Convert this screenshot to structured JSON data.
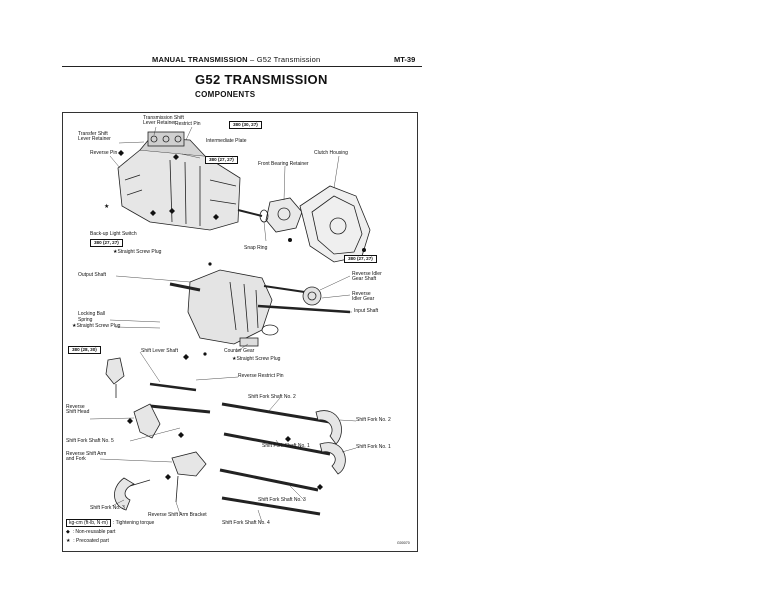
{
  "header": {
    "section": "MANUAL TRANSMISSION",
    "separator": " – ",
    "subsection": "G52 Transmission",
    "page_number": "MT-39"
  },
  "title": "G52 TRANSMISSION",
  "subtitle": "COMPONENTS",
  "labels": {
    "transfer_retainer_l1": "Transmission Shift",
    "transfer_retainer_l2": "Lever Retainer",
    "restrict_pin": "Restrict Pin",
    "transfer_shift_l1": "Transfer Shift",
    "transfer_shift_l2": "Lever Retainer",
    "reverse_pin": "Reverse Pin",
    "intermediate_plate": "Intermediate Plate",
    "clutch_housing": "Clutch Housing",
    "front_bearing_retainer": "Front Bearing Retainer",
    "star_left": "★",
    "backup_light_switch": "Back-up Light Switch",
    "straight_screw_plug_1": "★Straight Screw Plug",
    "snap_ring": "Snap Ring",
    "output_shaft": "Output Shaft",
    "reverse_idler_shaft_l1": "Reverse Idler",
    "reverse_idler_shaft_l2": "Gear Shaft",
    "reverse_idler_gear_l1": "Reverse",
    "reverse_idler_gear_l2": "Idler Gear",
    "input_shaft": "Input Shaft",
    "locking_ball": "Locking Ball",
    "spring": "Spring",
    "straight_screw_plug_2": "★Straight Screw Plug",
    "shift_lever_shaft": "Shift Lever Shaft",
    "counter_gear": "Counter Gear",
    "straight_screw_plug_3": "★Straight Screw Plug",
    "reverse_restrict_pin": "Reverse Restrict Pin",
    "reverse_shift_head_l1": "Reverse",
    "reverse_shift_head_l2": "Shift Head",
    "shift_fork_shaft_2": "Shift Fork Shaft No. 2",
    "shift_fork_2": "Shift Fork No. 2",
    "shift_fork_shaft_5": "Shift Fork Shaft No. 5",
    "shift_fork_shaft_1": "Shift Fork Shaft No. 1",
    "shift_fork_1": "Shift Fork No. 1",
    "reverse_arm_l1": "Reverse Shift Arm",
    "reverse_arm_l2": "and Fork",
    "shift_fork_shaft_3": "Shift Fork Shaft No. 3",
    "shift_fork_3": "Shift Fork No. 3",
    "reverse_arm_bracket": "Reverse Shift Arm Bracket",
    "shift_fork_shaft_4": "Shift Fork Shaft No. 4"
  },
  "torque": {
    "t1": "380 (30, 27)",
    "t2": "380 (27, 27)",
    "t3": "380 (27, 27)",
    "t4": "380 (27, 27)",
    "t5": "380 (28, 30)"
  },
  "legend": {
    "unit": "kg-cm (ft-lb, N·m)",
    "unit_desc": ": Tightening torque",
    "nonreusable_symbol": "◆",
    "nonreusable_desc": ": Non-reusable part",
    "precoated_symbol": "★",
    "precoated_desc": ": Precoated part"
  },
  "figure_code": "G00070"
}
